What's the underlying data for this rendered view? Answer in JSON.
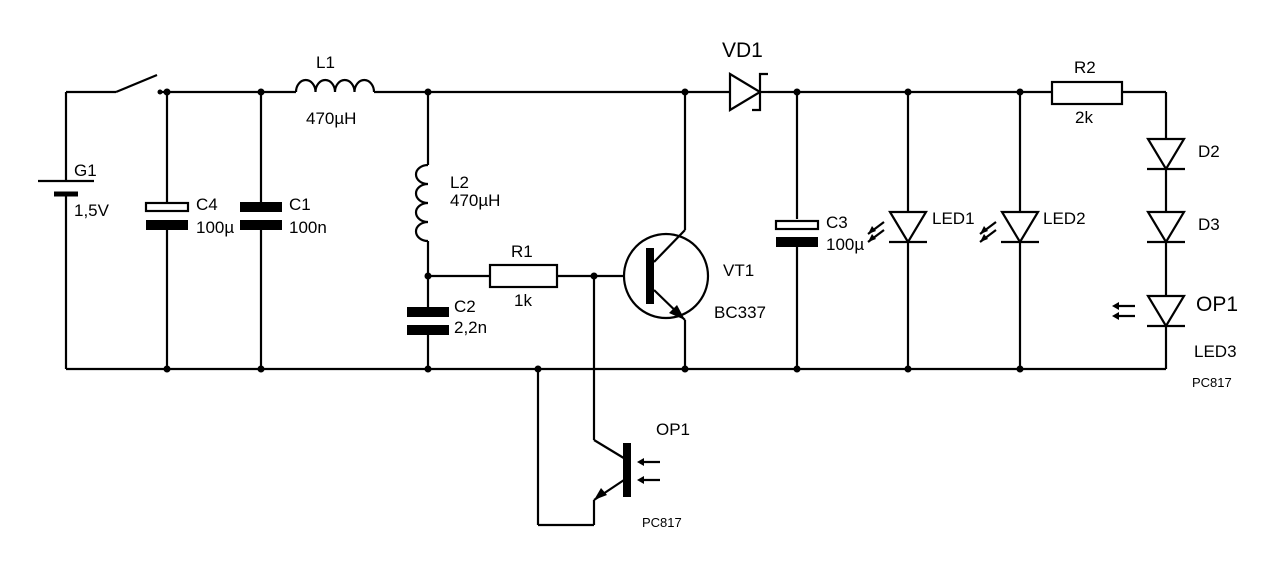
{
  "components": {
    "G1": {
      "ref": "G1",
      "value": "1,5V"
    },
    "C4": {
      "ref": "C4",
      "value": "100µ"
    },
    "C1": {
      "ref": "C1",
      "value": "100n"
    },
    "L1": {
      "ref": "L1",
      "value": "470µH"
    },
    "L2": {
      "ref": "L2",
      "value": "470µH"
    },
    "C2": {
      "ref": "C2",
      "value": "2,2n"
    },
    "R1": {
      "ref": "R1",
      "value": "1k"
    },
    "VT1": {
      "ref": "VT1",
      "value": "BC337"
    },
    "VD1": {
      "ref": "VD1"
    },
    "C3": {
      "ref": "C3",
      "value": "100µ"
    },
    "LED1": {
      "ref": "LED1"
    },
    "LED2": {
      "ref": "LED2"
    },
    "R2": {
      "ref": "R2",
      "value": "2k"
    },
    "D2": {
      "ref": "D2"
    },
    "D3": {
      "ref": "D3"
    },
    "OP1_led": {
      "ref": "OP1",
      "line1": "LED3",
      "line2": "PC817"
    },
    "OP1_transistor": {
      "ref": "OP1",
      "value": "PC817"
    }
  }
}
